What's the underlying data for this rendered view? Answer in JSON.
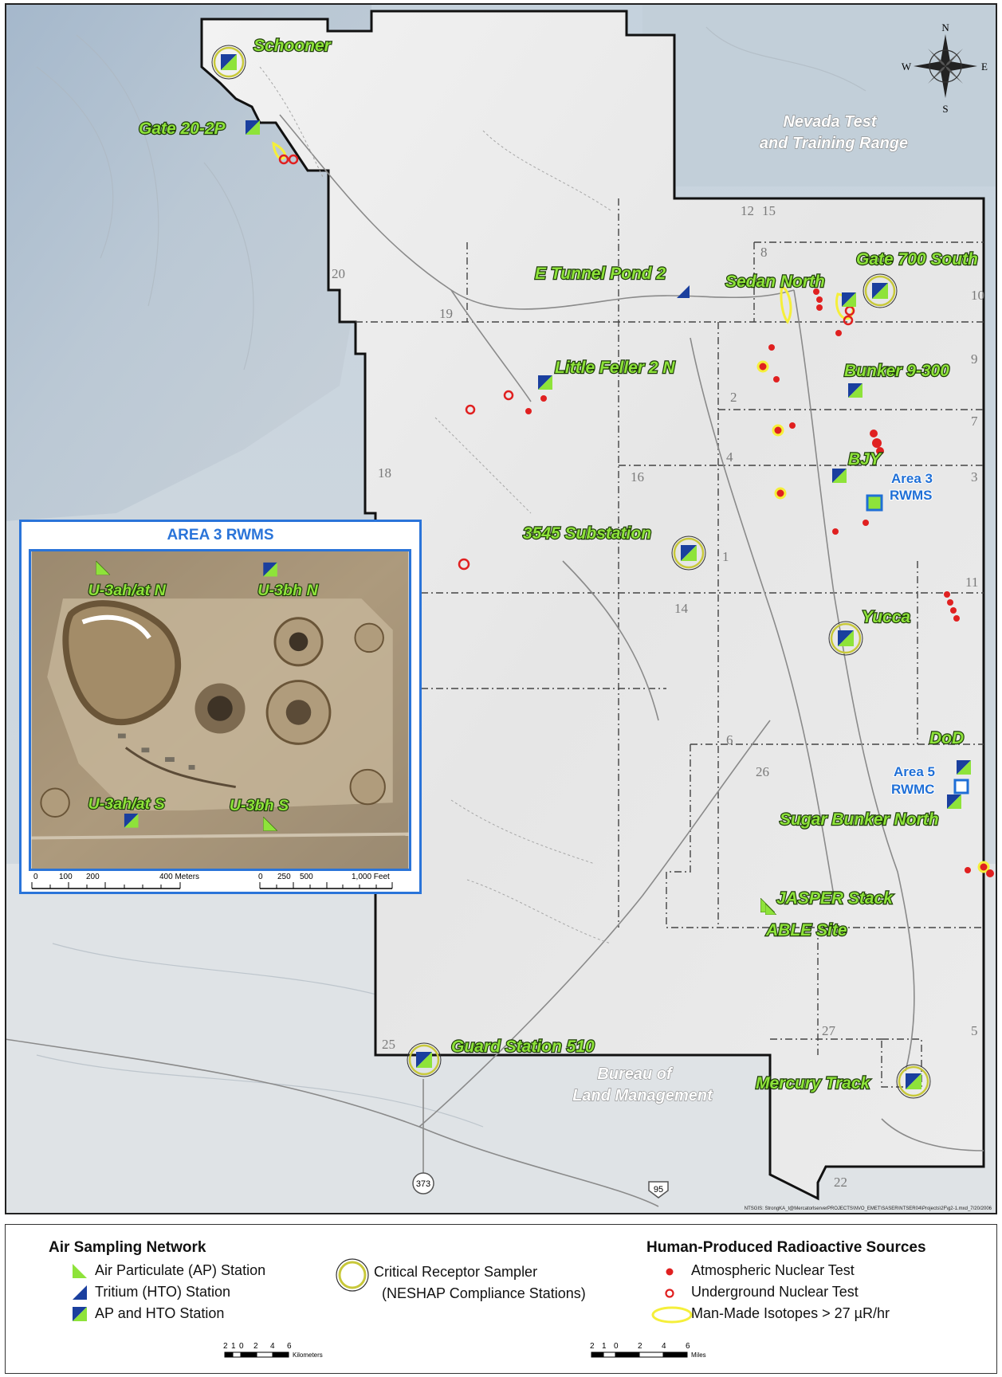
{
  "map": {
    "regions": {
      "nttr_line1": "Nevada Test",
      "nttr_line2": "and Training Range",
      "blm_line1": "Bureau of",
      "blm_line2": "Land Management"
    },
    "stations": [
      {
        "key": "schooner",
        "label": "Schooner",
        "type": "ap-hto",
        "critical": true
      },
      {
        "key": "gate20",
        "label": "Gate 20-2P",
        "type": "ap-hto",
        "critical": false
      },
      {
        "key": "etunnel",
        "label": "E Tunnel Pond 2",
        "type": "hto",
        "critical": false
      },
      {
        "key": "sedan",
        "label": "Sedan North",
        "type": "ap-hto",
        "critical": false
      },
      {
        "key": "gate700",
        "label": "Gate 700 South",
        "type": "ap-hto",
        "critical": true
      },
      {
        "key": "littlefeller",
        "label": "Little Feller 2 N",
        "type": "ap-hto",
        "critical": false
      },
      {
        "key": "bunker",
        "label": "Bunker 9-300",
        "type": "ap-hto",
        "critical": false
      },
      {
        "key": "bjy",
        "label": "BJY",
        "type": "ap-hto",
        "critical": false
      },
      {
        "key": "sub3545",
        "label": "3545 Substation",
        "type": "ap-hto",
        "critical": true
      },
      {
        "key": "yucca",
        "label": "Yucca",
        "type": "ap-hto",
        "critical": true
      },
      {
        "key": "dod",
        "label": "DoD",
        "type": "ap-hto",
        "critical": false
      },
      {
        "key": "sugar",
        "label": "Sugar Bunker North",
        "type": "ap-hto",
        "critical": false
      },
      {
        "key": "jasper",
        "label": "JASPER Stack",
        "type": "ap",
        "critical": false
      },
      {
        "key": "able",
        "label": "ABLE Site",
        "type": "ap",
        "critical": false
      },
      {
        "key": "guard",
        "label": "Guard Station 510",
        "type": "ap-hto",
        "critical": true
      },
      {
        "key": "mercury",
        "label": "Mercury Track",
        "type": "ap-hto",
        "critical": true
      }
    ],
    "waste_sites": [
      {
        "key": "area3",
        "line1": "Area 3",
        "line2": "RWMS"
      },
      {
        "key": "area5",
        "line1": "Area 5",
        "line2": "RWMC"
      }
    ],
    "area_numbers": [
      "20",
      "19",
      "18",
      "16",
      "12",
      "15",
      "8",
      "10",
      "9",
      "2",
      "7",
      "4",
      "3",
      "1",
      "14",
      "11",
      "6",
      "26",
      "25",
      "27",
      "5",
      "22"
    ],
    "highways": [
      "373",
      "95"
    ],
    "compass": {
      "n": "N",
      "s": "S",
      "e": "E",
      "w": "W"
    },
    "credit": "NTSGIS: StrongKA_t@MercatorlserverPROJECTS\\NVO_EMET\\SASER\\NTSER04\\Projects\\2F\\g2-1.mxd_7/20/2006"
  },
  "inset": {
    "title": "AREA 3 RWMS",
    "stations": [
      "U-3ah/at N",
      "U-3bh N",
      "U-3ah/at S",
      "U-3bh S"
    ],
    "scale_meters": {
      "ticks": [
        "0",
        "100",
        "200",
        "400 Meters"
      ]
    },
    "scale_feet": {
      "ticks": [
        "0",
        "250",
        "500",
        "1,000 Feet"
      ]
    }
  },
  "legend": {
    "network_title": "Air Sampling Network",
    "ap_label": "Air Particulate (AP) Station",
    "hto_label": "Tritium (HTO) Station",
    "both_label": "AP and HTO Station",
    "critical_line1": "Critical Receptor Sampler",
    "critical_line2": "(NESHAP Compliance Stations)",
    "sources_title": "Human-Produced Radioactive Sources",
    "atmos_label": "Atmospheric Nuclear Test",
    "under_label": "Underground Nuclear Test",
    "isotope_label": "Man-Made Isotopes > 27 µR/hr",
    "km_scale": {
      "ticks": [
        "2",
        "1",
        "0",
        "2",
        "4",
        "6"
      ],
      "unit": "Kilometers"
    },
    "mi_scale": {
      "ticks": [
        "2",
        "1",
        "0",
        "2",
        "4",
        "6"
      ],
      "unit": "Miles"
    }
  },
  "colors": {
    "ap_green": "#8ee33a",
    "hto_blue": "#1a3f9e",
    "atmos_red": "#e02020",
    "isotope_yellow": "#f5ef3a",
    "waste_blue": "#1f6fd6"
  }
}
